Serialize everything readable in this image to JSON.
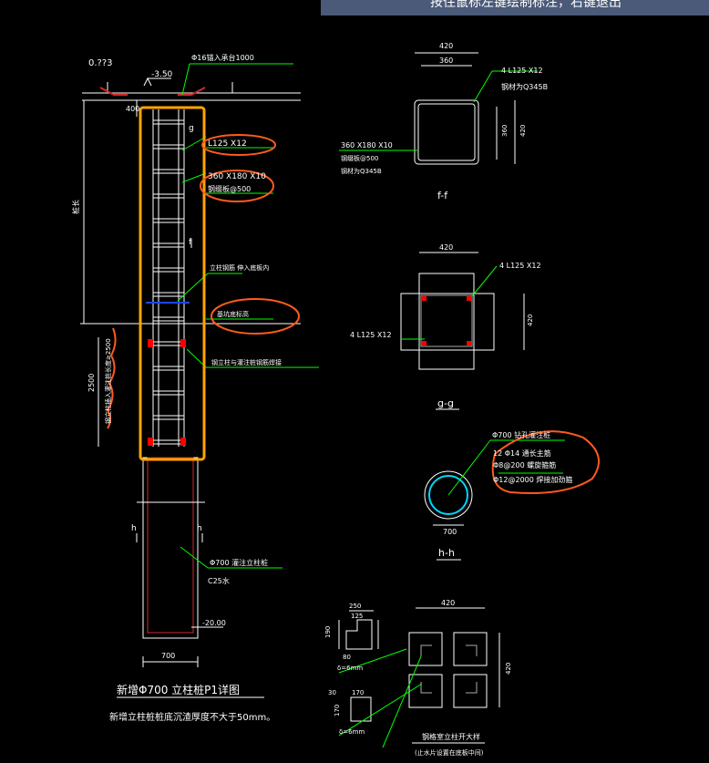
{
  "banner": {
    "text": "按住鼠标左键绘制标注，右键退出"
  },
  "main_detail": {
    "top_level_label": "0.??3",
    "elevation_label": "-3.50",
    "top_rebar_note": "Φ16锚入承台1000",
    "dim_400": "400",
    "label_g": "g",
    "label_f": "f",
    "angle_label": "L125 X12",
    "plate_label": "360 X180 X10",
    "plate_spacing": "钢缀板@500",
    "span_label": "桩长",
    "pit_bottom_label": "基坑底标高",
    "bottom_note_label": "立柱钢筋\n伸入底板内",
    "weld_note": "钢立柱与灌注桩钢筋焊接",
    "dim_2500": "2500",
    "vertical_note": "钢立柱插入灌注桩长度≥2500",
    "label_h": "h",
    "pile_label": "Φ700 灌注立柱桩",
    "concrete_label": "C25水",
    "bottom_elev": "-20.00",
    "dim_700": "700",
    "title": "新增Φ700 立柱桩P1详图",
    "subtitle": "新增立柱桩桩底沉渣厚度不大于50mm。"
  },
  "section_ff": {
    "dim_420": "420",
    "dim_360": "360",
    "angle_label": "4 L125 X12",
    "steel_label": "钢材为Q345B",
    "side_dim_360": "360",
    "side_dim_420": "420",
    "plate_label": "360 X180 X10",
    "plate_spacing": "钢缀板@500",
    "plate_steel": "钢材为Q345B",
    "title": "f-f"
  },
  "section_gg": {
    "dim_420": "420",
    "angle_label_right": "4 L125 X12",
    "angle_label_left": "4 L125 X12",
    "side_dim_420": "420",
    "title": "g-g"
  },
  "section_hh": {
    "pile_label": "Φ700 钻孔灌注桩",
    "rebar_1": "12 Φ14 通长主筋",
    "rebar_2": "Φ8@200 螺旋箍筋",
    "rebar_3": "Φ12@2000 焊接加劲箍",
    "dim_700": "700",
    "title": "h-h"
  },
  "detail_small": {
    "dim_250": "250",
    "dim_125": "125",
    "dim_190": "190",
    "dim_80": "80",
    "dim_thk": "δ=6mm",
    "dim_30": "30",
    "dim_170": "170",
    "dim_170b": "170",
    "dim_thk2": "δ=6mm",
    "dim_420": "420",
    "dim_420_side": "420",
    "title": "钢格室立柱开大样",
    "subtitle": "(止水片设置在底板中间)"
  },
  "colors": {
    "background": "#000000",
    "banner": "#4a5a78",
    "line": "#ffffff",
    "leader": "#00ff00",
    "highlight_box": "#ffa500",
    "markup": "#ff5a1f",
    "pile_outline": "#d22a2a",
    "cyan_ring": "#00d7ff",
    "blue_line": "#2244ff"
  }
}
